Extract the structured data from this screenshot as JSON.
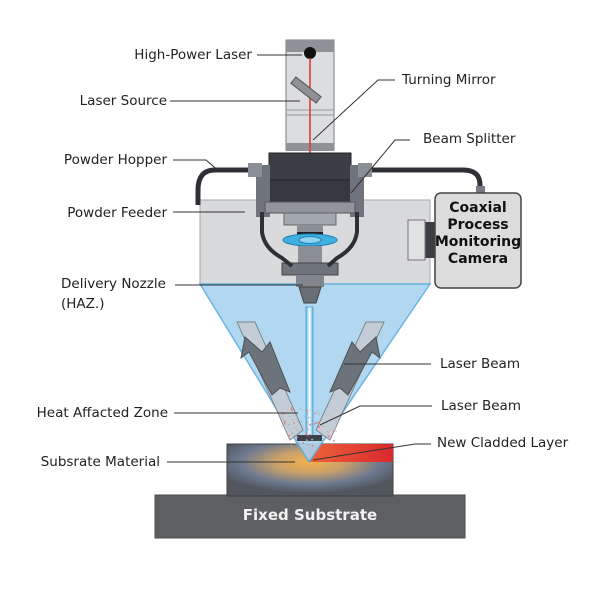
{
  "title": "Coaxial Laser Cladding Setup",
  "labels": {
    "high_power_laser": "High-Power Laser",
    "laser_source": "Laser Source",
    "powder_hopper": "Powder Hopper",
    "powder_feeder": "Powder Feeder",
    "delivery_nozzle": "Delivery Nozzle",
    "haz_note": "(HAZ.)",
    "heat_affected_zone": "Heat Affacted Zone",
    "substrate_material": "Subsrate Material",
    "turning_mirror": "Turning Mirror",
    "beam_splitter": "Beam Splitter",
    "laser_beam_1": "Laser Beam",
    "laser_beam_2": "Laser Beam",
    "new_cladded_layer": "New Cladded Layer",
    "camera": [
      "Coaxial",
      "Process",
      "Monitoring",
      "Camera"
    ],
    "fixed_substrate": "Fixed Substrate"
  },
  "colors": {
    "laser_red": "#e53935",
    "beam_blue": "#9fd3f0",
    "cone_blue": "#a9d4ef",
    "housing_gray": "#d9dadc",
    "dark_block": "#3a3d44",
    "substrate": "#5a5d63",
    "cladded_layer": "#e0393a",
    "melt_pool": "#f2b04a",
    "lens_blue": "#3fb0e0"
  }
}
